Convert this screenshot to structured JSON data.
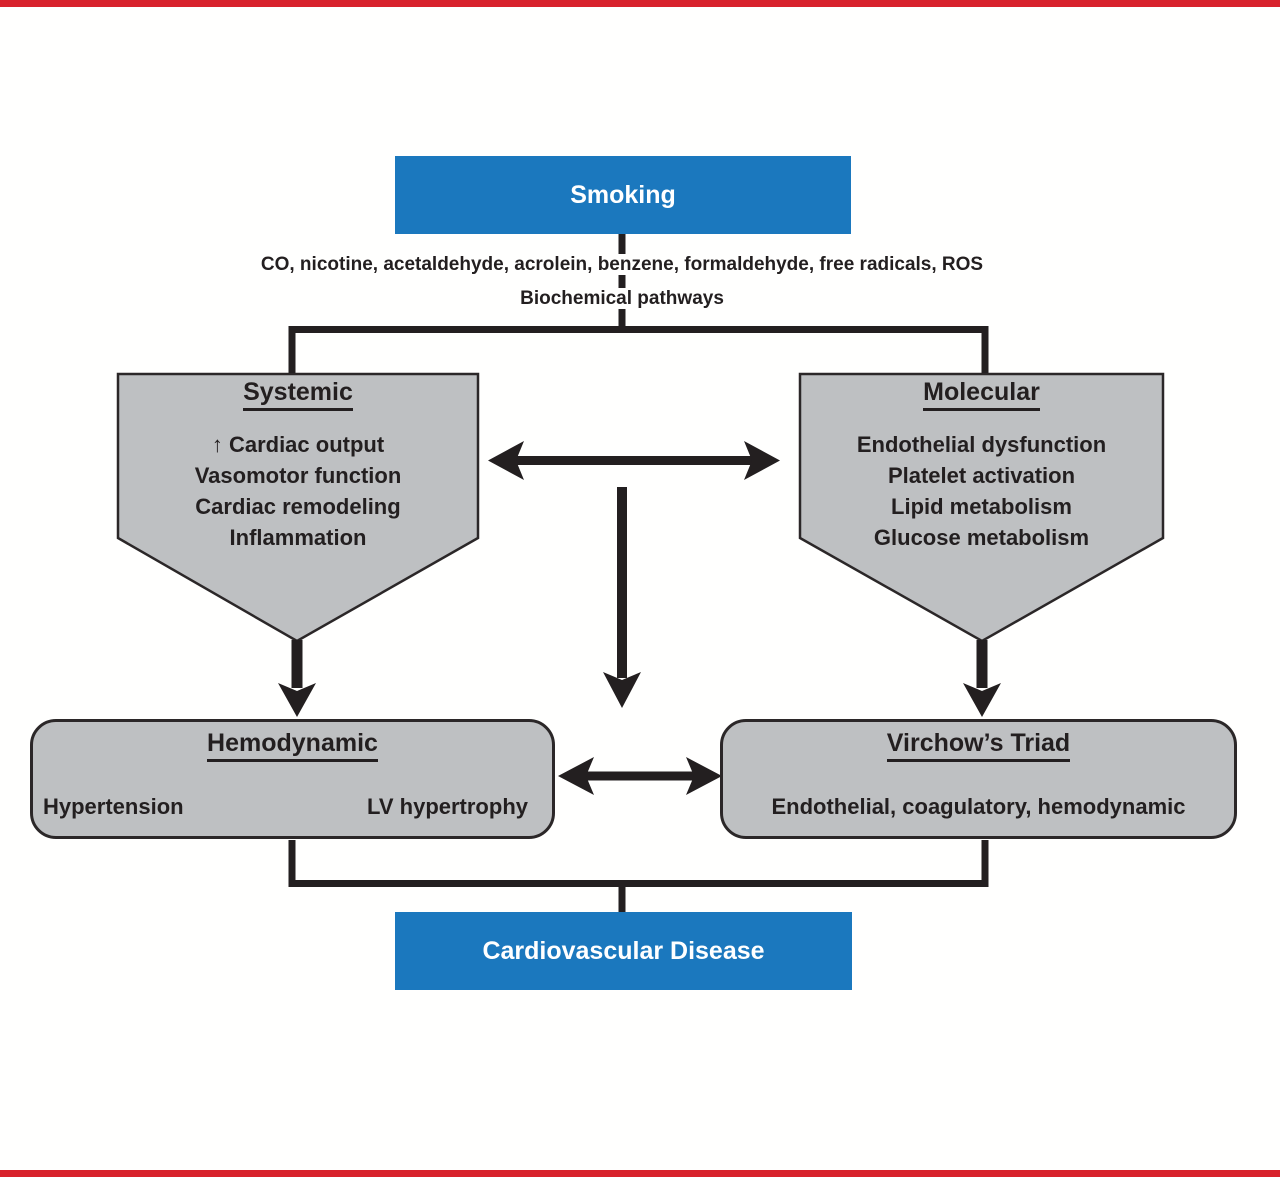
{
  "colors": {
    "accent_blue": "#1b78be",
    "node_gray": "#bec0c2",
    "line_black": "#231f20",
    "border_red": "#d8222c"
  },
  "nodes": {
    "smoking": {
      "label": "Smoking"
    },
    "exposures": {
      "text": "CO, nicotine, acetaldehyde, acrolein, benzene, formaldehyde, free radicals, ROS"
    },
    "pathways": {
      "text": "Biochemical pathways"
    },
    "systemic": {
      "title": "Systemic",
      "items": [
        "↑ Cardiac output",
        "Vasomotor function",
        "Cardiac remodeling",
        "Inflammation"
      ]
    },
    "molecular": {
      "title": "Molecular",
      "items": [
        "Endothelial dysfunction",
        "Platelet activation",
        "Lipid metabolism",
        "Glucose metabolism"
      ]
    },
    "hemodynamic": {
      "title": "Hemodynamic",
      "left_item": "Hypertension",
      "right_item": "LV hypertrophy"
    },
    "virchow": {
      "title": "Virchow’s Triad",
      "body": "Endothelial, coagulatory, hemodynamic"
    },
    "cvd": {
      "label": "Cardiovascular Disease"
    }
  }
}
